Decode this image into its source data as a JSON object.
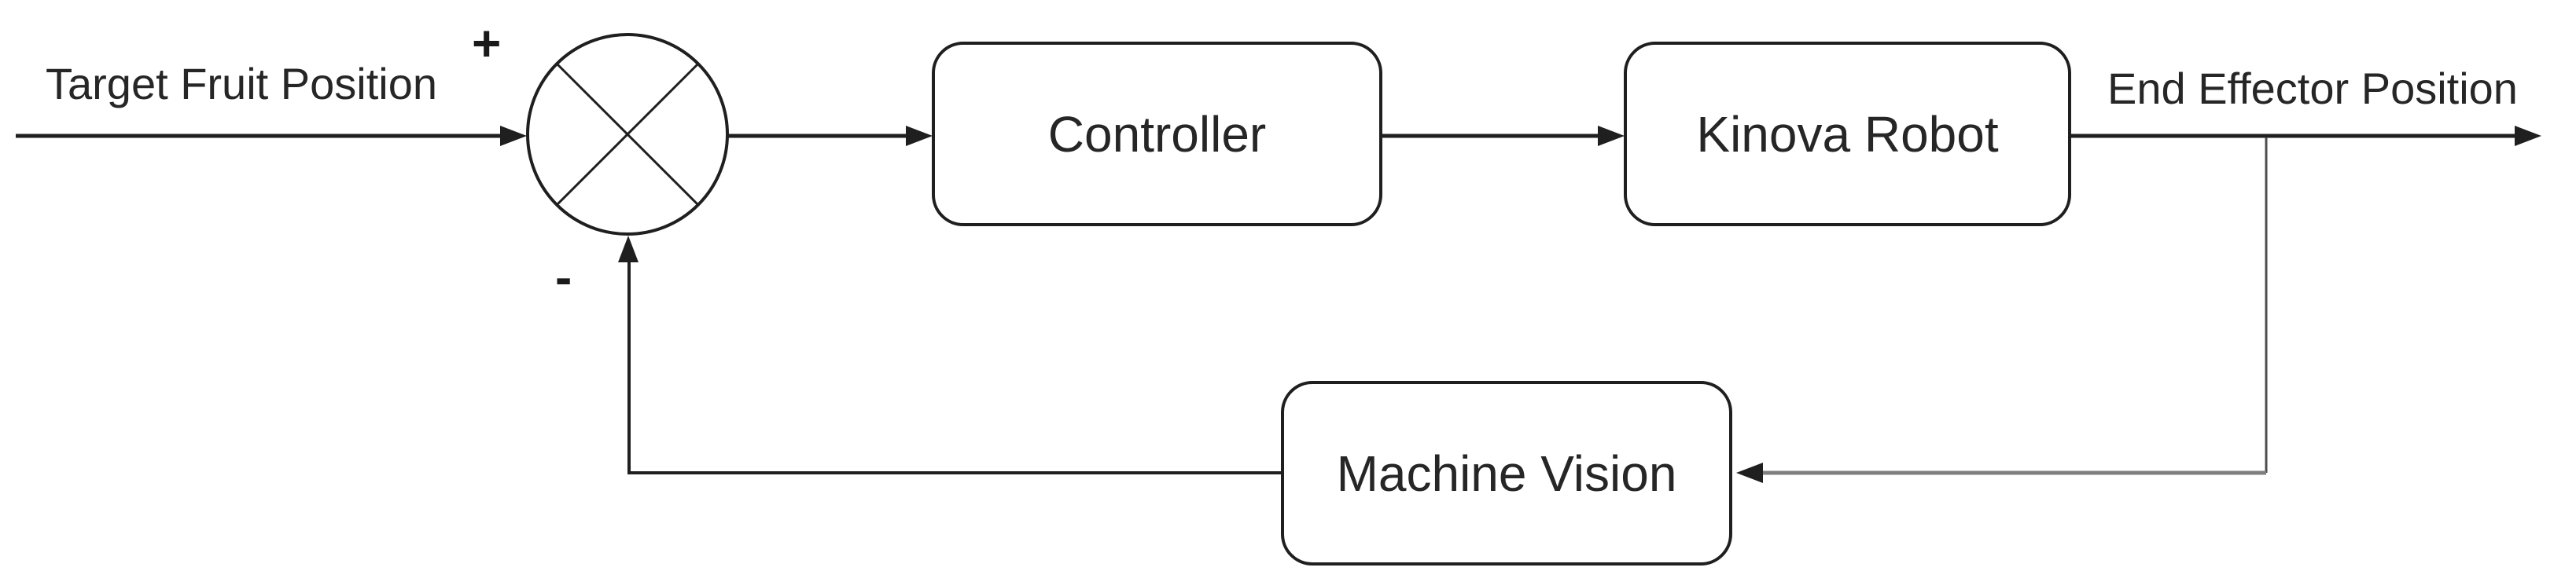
{
  "diagram": {
    "type": "control-feedback-loop",
    "labels": {
      "input": "Target Fruit Position",
      "output": "End Effector Position",
      "plus_sign": "+",
      "minus_sign": "-"
    },
    "blocks": [
      {
        "id": "controller",
        "label": "Controller"
      },
      {
        "id": "kinova-robot",
        "label": "Kinova Robot"
      },
      {
        "id": "machine-vision",
        "label": "Machine Vision"
      }
    ],
    "junction": {
      "shape": "circle-with-cross",
      "inputs": [
        "+",
        "-"
      ]
    },
    "colors": {
      "line": "#1f1f1f",
      "feedback_branch_vertical": "#4d4d4d",
      "feedback_branch_horizontal": "#7f7f7f",
      "block_border": "#1f1f1f",
      "background": "#ffffff",
      "text": "#262626"
    }
  }
}
